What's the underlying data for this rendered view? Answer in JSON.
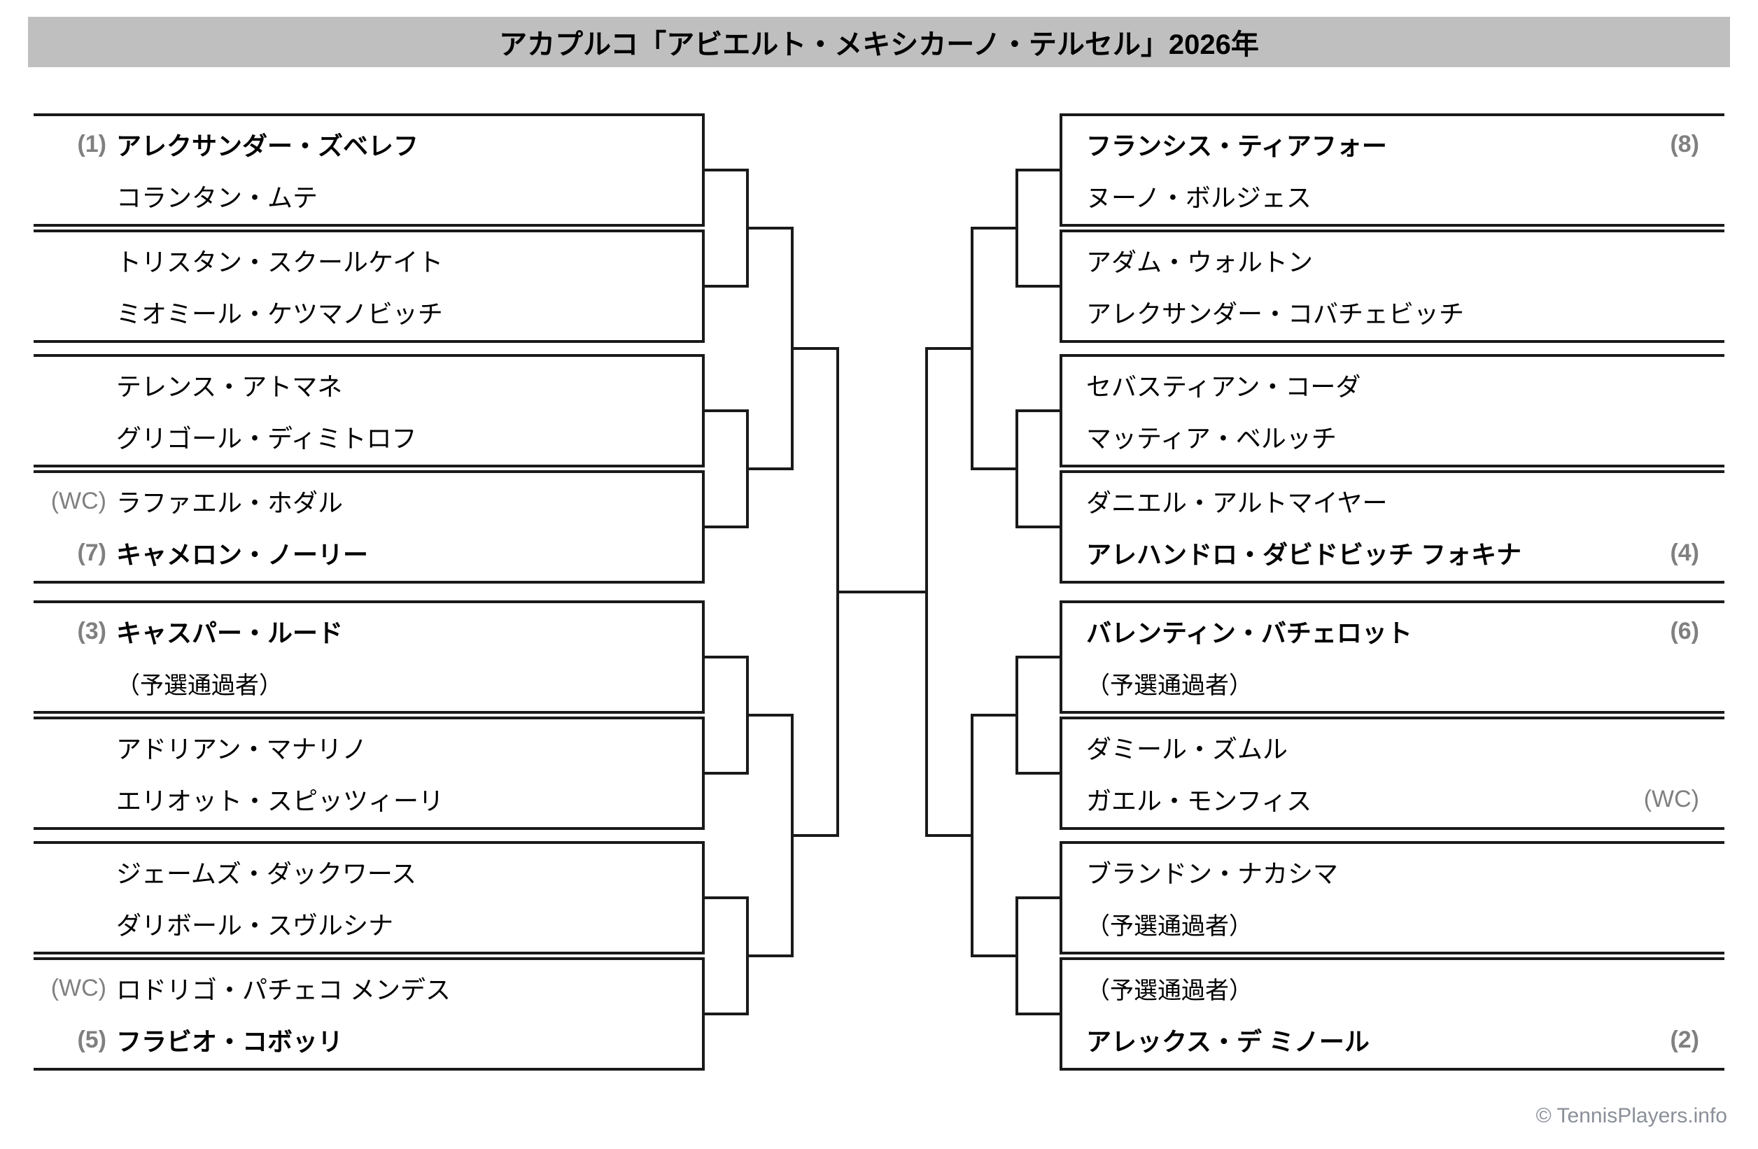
{
  "title": "アカプルコ「アビエルト・メキシカーノ・テルセル」2026年",
  "footer": "© TennisPlayers.info",
  "colors": {
    "banner": "#bfbfbf",
    "seed": "#808080",
    "line": "#000000",
    "footer_text": "#8a8f99"
  },
  "left": {
    "matches": [
      {
        "players": [
          {
            "seed": "(1)",
            "name": "アレクサンダー・ズベレフ",
            "bold": true
          },
          {
            "seed": "",
            "name": "コランタン・ムテ",
            "bold": false
          }
        ]
      },
      {
        "players": [
          {
            "seed": "",
            "name": "トリスタン・スクールケイト",
            "bold": false
          },
          {
            "seed": "",
            "name": "ミオミール・ケツマノビッチ",
            "bold": false
          }
        ]
      },
      {
        "players": [
          {
            "seed": "",
            "name": "テレンス・アトマネ",
            "bold": false
          },
          {
            "seed": "",
            "name": "グリゴール・ディミトロフ",
            "bold": false
          }
        ]
      },
      {
        "players": [
          {
            "seed": "(WC)",
            "name": "ラファエル・ホダル",
            "bold": false
          },
          {
            "seed": "(7)",
            "name": "キャメロン・ノーリー",
            "bold": true
          }
        ]
      },
      {
        "players": [
          {
            "seed": "(3)",
            "name": "キャスパー・ルード",
            "bold": true
          },
          {
            "seed": "",
            "name": "（予選通過者）",
            "bold": false
          }
        ]
      },
      {
        "players": [
          {
            "seed": "",
            "name": "アドリアン・マナリノ",
            "bold": false
          },
          {
            "seed": "",
            "name": "エリオット・スピッツィーリ",
            "bold": false
          }
        ]
      },
      {
        "players": [
          {
            "seed": "",
            "name": "ジェームズ・ダックワース",
            "bold": false
          },
          {
            "seed": "",
            "name": "ダリボール・スヴルシナ",
            "bold": false
          }
        ]
      },
      {
        "players": [
          {
            "seed": "(WC)",
            "name": "ロドリゴ・パチェコ メンデス",
            "bold": false
          },
          {
            "seed": "(5)",
            "name": "フラビオ・コボッリ",
            "bold": true
          }
        ]
      }
    ]
  },
  "right": {
    "matches": [
      {
        "players": [
          {
            "name": "フランシス・ティアフォー",
            "seed": "(8)",
            "bold": true
          },
          {
            "name": "ヌーノ・ボルジェス",
            "seed": "",
            "bold": false
          }
        ]
      },
      {
        "players": [
          {
            "name": "アダム・ウォルトン",
            "seed": "",
            "bold": false
          },
          {
            "name": "アレクサンダー・コバチェビッチ",
            "seed": "",
            "bold": false
          }
        ]
      },
      {
        "players": [
          {
            "name": "セバスティアン・コーダ",
            "seed": "",
            "bold": false
          },
          {
            "name": "マッティア・ベルッチ",
            "seed": "",
            "bold": false
          }
        ]
      },
      {
        "players": [
          {
            "name": "ダニエル・アルトマイヤー",
            "seed": "",
            "bold": false
          },
          {
            "name": "アレハンドロ・ダビドビッチ フォキナ",
            "seed": "(4)",
            "bold": true
          }
        ]
      },
      {
        "players": [
          {
            "name": "バレンティン・バチェロット",
            "seed": "(6)",
            "bold": true
          },
          {
            "name": "（予選通過者）",
            "seed": "",
            "bold": false
          }
        ]
      },
      {
        "players": [
          {
            "name": "ダミール・ズムル",
            "seed": "",
            "bold": false
          },
          {
            "name": "ガエル・モンフィス",
            "seed": "(WC)",
            "bold": false
          }
        ]
      },
      {
        "players": [
          {
            "name": "ブランドン・ナカシマ",
            "seed": "",
            "bold": false
          },
          {
            "name": "（予選通過者）",
            "seed": "",
            "bold": false
          }
        ]
      },
      {
        "players": [
          {
            "name": "（予選通過者）",
            "seed": "",
            "bold": false
          },
          {
            "name": "アレックス・デ ミノール",
            "seed": "(2)",
            "bold": true
          }
        ]
      }
    ]
  }
}
